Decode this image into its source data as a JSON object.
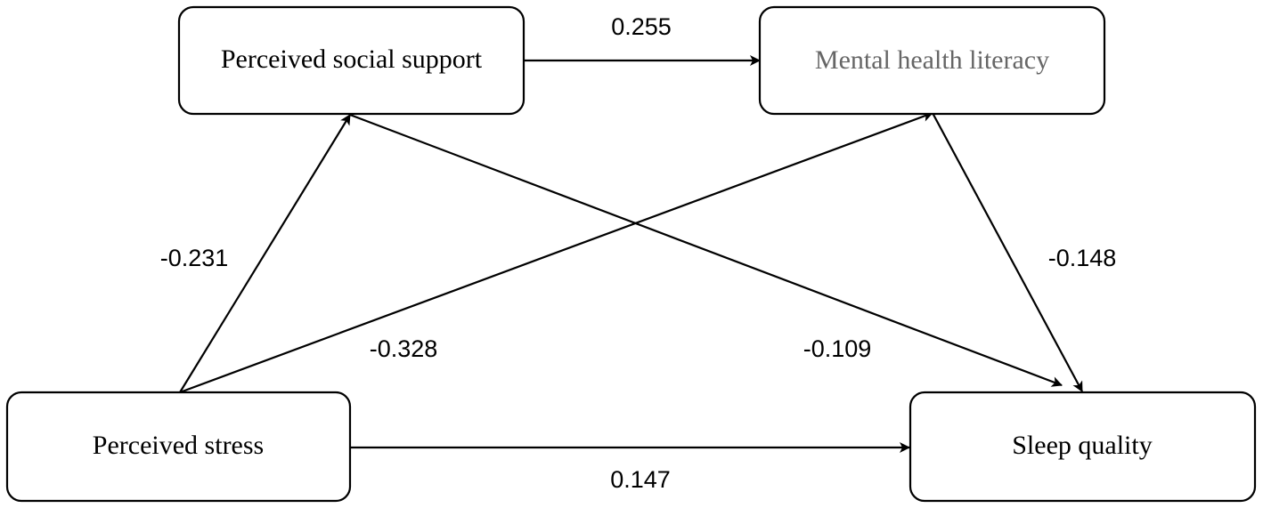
{
  "colors": {
    "stroke": "#000000",
    "text": "#000000",
    "muted_text": "#666666",
    "background": "#ffffff"
  },
  "nodes": {
    "social_support": {
      "label": "Perceived social support"
    },
    "mental_health": {
      "label": "Mental health literacy"
    },
    "stress": {
      "label": "Perceived stress"
    },
    "sleep": {
      "label": "Sleep quality"
    }
  },
  "edges": {
    "support_to_literacy": {
      "from": "social_support",
      "to": "mental_health",
      "label": "0.255"
    },
    "stress_to_support": {
      "from": "stress",
      "to": "social_support",
      "label": "-0.231"
    },
    "stress_to_literacy": {
      "from": "stress",
      "to": "mental_health",
      "label": "-0.328"
    },
    "support_to_sleep": {
      "from": "social_support",
      "to": "sleep",
      "label": "-0.109"
    },
    "literacy_to_sleep": {
      "from": "mental_health",
      "to": "sleep",
      "label": "-0.148"
    },
    "stress_to_sleep": {
      "from": "stress",
      "to": "sleep",
      "label": "0.147"
    }
  }
}
